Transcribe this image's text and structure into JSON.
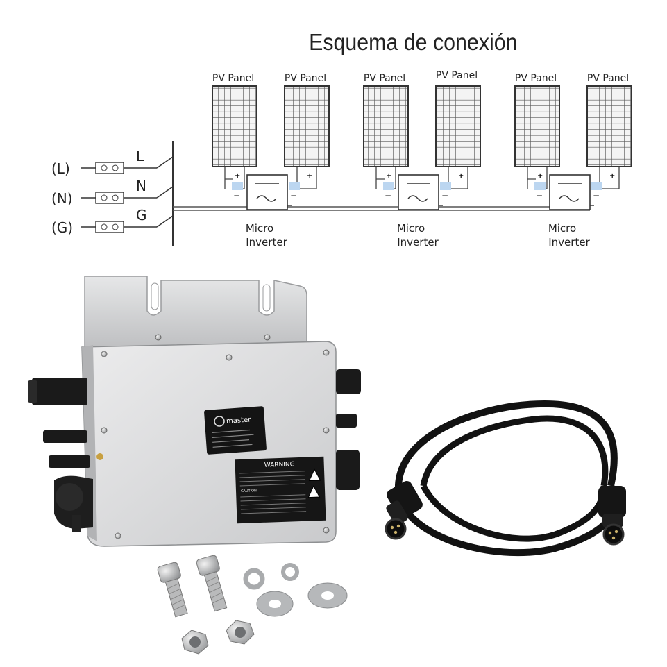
{
  "title": "Esquema de conexión",
  "panel_label": "PV Panel",
  "inverter_label_line1": "Micro",
  "inverter_label_line2": "Inverter",
  "grid_lines": [
    {
      "tag": "(L)",
      "letter": "L"
    },
    {
      "tag": "(N)",
      "letter": "N"
    },
    {
      "tag": "(G)",
      "letter": "G"
    }
  ],
  "polarity": {
    "plus": "+",
    "minus": "−"
  },
  "product": {
    "brand": "master",
    "warning_title": "WARNING",
    "warning_caution": "CAUTION"
  },
  "colors": {
    "device_body": "#d9dadc",
    "cable": "#111111",
    "connector_blue": "#bcd6f0"
  }
}
